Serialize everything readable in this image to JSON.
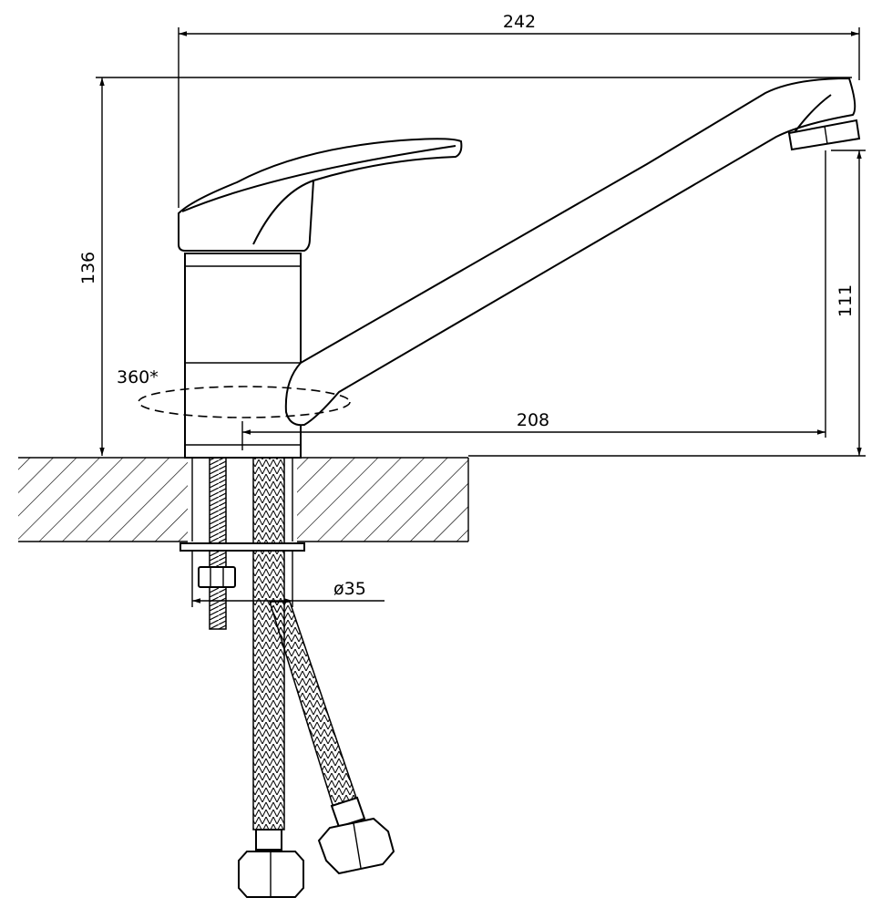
{
  "dimensions": {
    "overall_length": "242",
    "total_height": "136",
    "spout_height": "111",
    "spout_reach": "208",
    "rotation": "360*",
    "mount_diameter": "ø35"
  },
  "colors": {
    "line": "#000000",
    "background": "#ffffff"
  }
}
